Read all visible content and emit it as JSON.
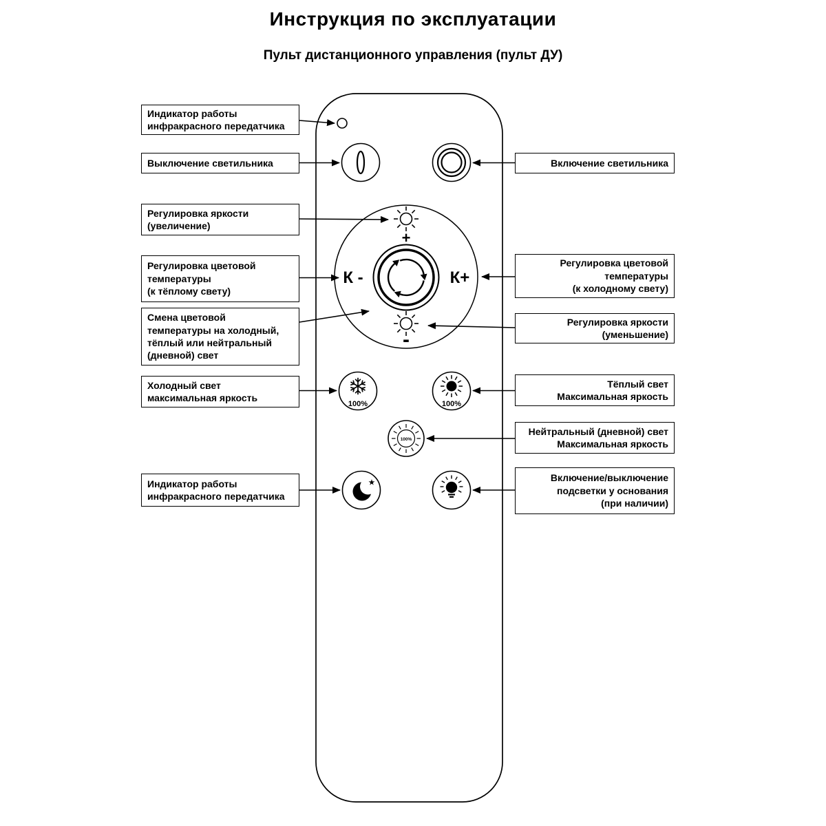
{
  "title": "Инструкция по эксплуатации",
  "subtitle": "Пульт дистанционного управления (пульт ДУ)",
  "remote": {
    "k_minus_label": "К -",
    "k_plus_label": "К+",
    "brightness_up_sign": "+",
    "brightness_down_sign": "-",
    "cold_button_pct": "100%",
    "warm_button_pct": "100%",
    "neutral_button_pct": "100%",
    "moon_star": "★"
  },
  "left_labels": [
    {
      "text": "Индикатор работы\nинфракрасного передатчика"
    },
    {
      "text": "Выключение светильника"
    },
    {
      "text": "Регулировка яркости\n(увеличение)"
    },
    {
      "text": "Регулировка цветовой\nтемпературы\n(к тёплому свету)"
    },
    {
      "text": "Смена цветовой\nтемпературы на холодный,\nтёплый или нейтральный\n(дневной) свет"
    },
    {
      "text": "Холодный свет\nмаксимальная яркость"
    },
    {
      "text": "Индикатор работы\nинфракрасного передатчика"
    }
  ],
  "right_labels": [
    {
      "text": "Включение светильника"
    },
    {
      "text": "Регулировка цветовой\nтемпературы\n(к холодному свету)"
    },
    {
      "text": "Регулировка яркости\n(уменьшение)"
    },
    {
      "text": "Тёплый свет\nМаксимальная яркость"
    },
    {
      "text": "Нейтральный (дневной) свет\nМаксимальная яркость"
    },
    {
      "text": "Включение/выключение\nподсветки у основания\n(при наличии)"
    }
  ]
}
